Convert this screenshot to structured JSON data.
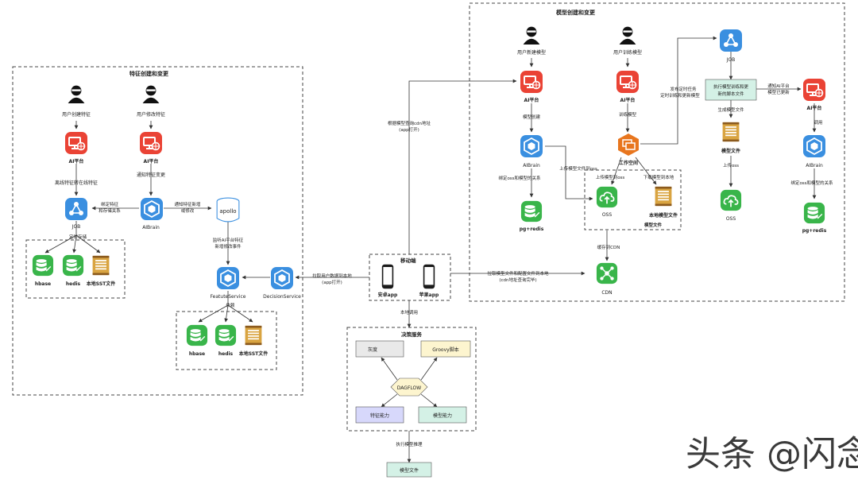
{
  "sections": {
    "feature": "特征创建和变更",
    "model": "模型创建和变更",
    "decision": "决策服务",
    "mobile": "移动端"
  },
  "labels": {
    "user_create_feature": "用户创建特征",
    "user_modify_feature": "用户修改特征",
    "ai_platform": "AI平台",
    "offline_online": "离线特征转在线特征",
    "notify_feature_change": "通知特征变更",
    "job": "JOB",
    "aibrain": "AIBrain",
    "bind_feature": "绑定特征",
    "and_storage": "和存储关系",
    "notify_new_1": "通知特征新增",
    "notify_new_2": "或修改",
    "apollo": "apollo",
    "listen_1": "监听AI平台特征",
    "listen_2": "新增修改事件",
    "scheduled_storage": "定时存储",
    "hbase": "hbase",
    "hedis": "hedis",
    "local_sst": "本地SST文件",
    "feature_service": "FeatuteService",
    "decision_service": "DecisionService",
    "depend": "依赖",
    "pull_user_1": "拉取用户数据到本地",
    "pull_user_2": "(app打开)",
    "query_cdn_1": "根据模型查询cdn地址",
    "query_cdn_2": "(app打开)",
    "android": "安卓app",
    "ios": "苹果app",
    "local_call": "本地调用",
    "gray": "灰度",
    "groovy": "Groovy脚本",
    "dagflow": "DAGFLOW",
    "feature_ability": "特征能力",
    "model_ability": "模型能力",
    "exec_model": "执行模型推理",
    "model_file": "模型文件",
    "pull_model_1": "拉取模型文件和配置文件到本地",
    "pull_model_2": "(cdn地址查询完毕)",
    "user_new_model": "用户新建模型",
    "user_train_model": "用户训练模型",
    "model_create": "模型创建",
    "train_model": "训练模型",
    "workspace": "工作空间",
    "publish_1": "发布定时任务",
    "publish_2": "定时训练和更新模型",
    "exec_script_1": "执行模型训练和更",
    "exec_script_2": "新的脚本文件",
    "gen_model_file": "生成模型文件",
    "upload_oss": "上传oss",
    "notify_ai_1": "通知AI平台",
    "notify_ai_2": "模型已更新",
    "call": "调用",
    "bind_oss_left": "绑定oss和模型的关系",
    "bind_oss_right": "绑定oss和模型的关系",
    "upload_model_to_oss": "上传模型文件到oss",
    "upload_model_oss_short": "上传模型到oss",
    "download_model_local": "下载模型到本地",
    "oss": "OSS",
    "local_model_file": "本地模型文件",
    "model_file_group": "模型文件",
    "cache_cdn": "缓存到CDN",
    "cdn": "CDN",
    "pg_redis": "pg+redis"
  },
  "watermark": "头条 @闪念基因",
  "colors": {
    "ai_red": "#ea4335",
    "blue": "#3a8fe0",
    "green": "#39b54a",
    "orange": "#e8761e",
    "gold": "#d9a441",
    "gray_fill": "#e9e9e9",
    "purple_fill": "#d7d8fb",
    "green_fill": "#d4f1e6",
    "yellow_fill": "#fdf5cf"
  }
}
